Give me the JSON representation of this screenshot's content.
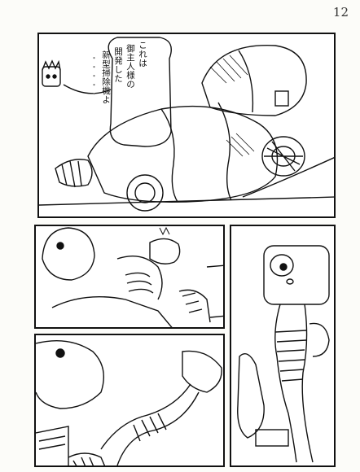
{
  "page": {
    "number": "12"
  },
  "dialogue": {
    "line1": "これは",
    "line2": "御主人様の",
    "line3": "開発した",
    "line4": "新型掃除機よ",
    "line5": "・・・・・"
  }
}
